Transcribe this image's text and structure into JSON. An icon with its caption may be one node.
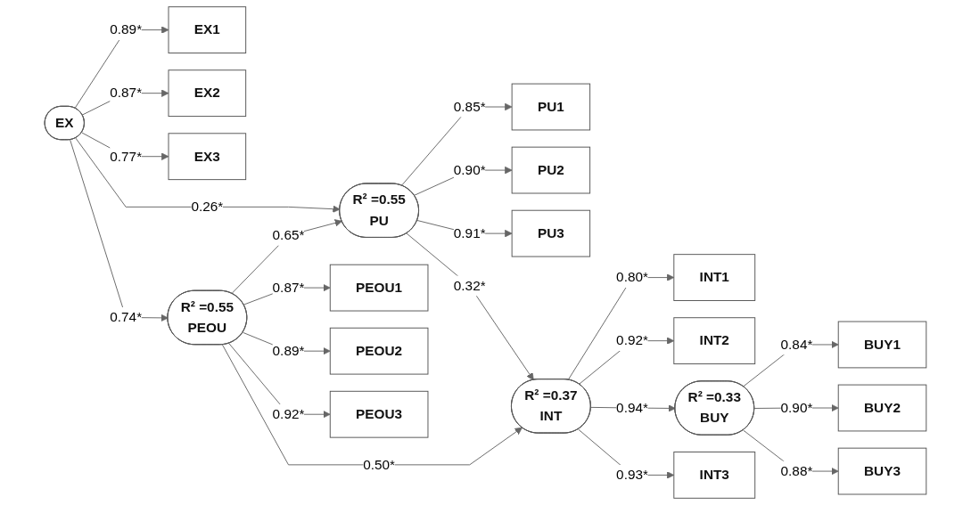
{
  "diagram": {
    "nodes": [
      {
        "text": [
          "PU1"
        ]
      },
      {
        "text": [
          "PU2"
        ]
      },
      {
        "text": [
          "PU3"
        ]
      },
      {
        "text": [
          "EX1"
        ]
      },
      {
        "text": [
          "R² =0.55",
          "PU"
        ]
      },
      {
        "text": [
          "INT1"
        ]
      },
      {
        "text": [
          "INT2"
        ]
      },
      {
        "text": [
          "BUY1"
        ]
      },
      {
        "text": [
          "EX2"
        ]
      },
      {
        "text": [
          "EX"
        ]
      },
      {
        "text": [
          "R² =0.37",
          "INT"
        ]
      },
      {
        "text": [
          "R² =0.33",
          "BUY"
        ]
      },
      {
        "text": [
          "BUY2"
        ]
      },
      {
        "text": [
          "EX3"
        ]
      },
      {
        "text": [
          "R² =0.55",
          "PEOU"
        ]
      },
      {
        "text": [
          "BUY3"
        ]
      },
      {
        "text": [
          "INT3"
        ]
      },
      {
        "text": [
          "PEOU1"
        ]
      },
      {
        "text": [
          "PEOU2"
        ]
      },
      {
        "text": [
          "PEOU3"
        ]
      }
    ],
    "edges": [
      {
        "from": 4,
        "to": 0,
        "arrow": "to",
        "label": "0.85*"
      },
      {
        "from": 4,
        "to": 1,
        "arrow": "to",
        "label": "0.90*"
      },
      {
        "from": 4,
        "to": 2,
        "arrow": "to",
        "label": "0.91*"
      },
      {
        "from": 9,
        "to": 3,
        "arrow": "to",
        "label": "0.89*"
      },
      {
        "from": 9,
        "to": 8,
        "arrow": "to",
        "label": "0.87*"
      },
      {
        "from": 9,
        "to": 13,
        "arrow": "to",
        "label": "0.77*"
      },
      {
        "from": 9,
        "to": 4,
        "arrow": "to",
        "label": "0.26*"
      },
      {
        "from": 9,
        "to": 14,
        "arrow": "to",
        "label": "0.74*"
      },
      {
        "from": 14,
        "to": 4,
        "arrow": "to",
        "label": "0.65*"
      },
      {
        "from": 4,
        "to": 10,
        "arrow": "to",
        "label": "0.32*"
      },
      {
        "from": 14,
        "to": 10,
        "arrow": "to",
        "label": "0.50*"
      },
      {
        "from": 10,
        "to": 5,
        "arrow": "to",
        "label": "0.80*"
      },
      {
        "from": 10,
        "to": 6,
        "arrow": "to",
        "label": "0.92*"
      },
      {
        "from": 10,
        "to": 16,
        "arrow": "to",
        "label": "0.93*"
      },
      {
        "from": 10,
        "to": 11,
        "arrow": "to",
        "label": "0.94*"
      },
      {
        "from": 11,
        "to": 7,
        "arrow": "to",
        "label": "0.84*"
      },
      {
        "from": 11,
        "to": 12,
        "arrow": "to",
        "label": "0.90*"
      },
      {
        "from": 11,
        "to": 15,
        "arrow": "to",
        "label": "0.88*"
      },
      {
        "from": 14,
        "to": 17,
        "arrow": "to",
        "label": "0.87*"
      },
      {
        "from": 14,
        "to": 18,
        "arrow": "to",
        "label": "0.89*"
      },
      {
        "from": 14,
        "to": 19,
        "arrow": "to",
        "label": "0.92*"
      }
    ]
  }
}
